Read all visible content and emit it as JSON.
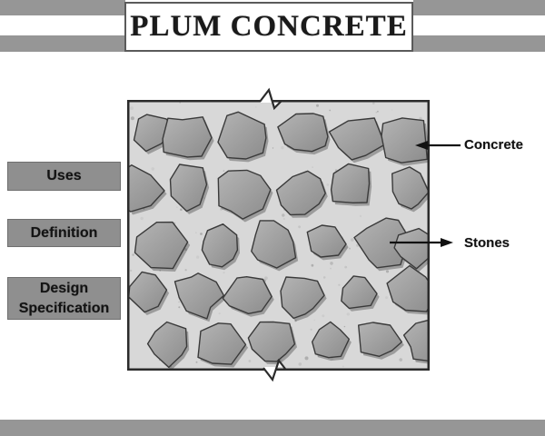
{
  "title": {
    "text": "PLUM CONCRETE"
  },
  "sidebar": {
    "buttons": [
      {
        "id": "uses",
        "label": "Uses"
      },
      {
        "id": "definition",
        "label": "Definition"
      },
      {
        "id": "design-specification",
        "label": "Design Specification"
      }
    ]
  },
  "diagram": {
    "type": "illustration",
    "subject": "plum concrete cross-section with large stones embedded in concrete matrix",
    "stone_count": 30,
    "annotations": [
      {
        "label": "Concrete",
        "points_to": "concrete-matrix",
        "arrow_direction": "left"
      },
      {
        "label": "Stones",
        "points_to": "stone",
        "arrow_direction": "right"
      }
    ]
  },
  "colors": {
    "bar": "#969696",
    "button_bg": "#8f8f8f",
    "button_text": "#131313",
    "title_text": "#1a1a1a",
    "diagram_bg": "#d8d8d8",
    "stone_light": "#b4b4b4",
    "stone_dark": "#8c8c8c",
    "stone_outline": "#3a3a3a",
    "diagram_border": "#2b2b2b",
    "annotation_text": "#111111"
  }
}
